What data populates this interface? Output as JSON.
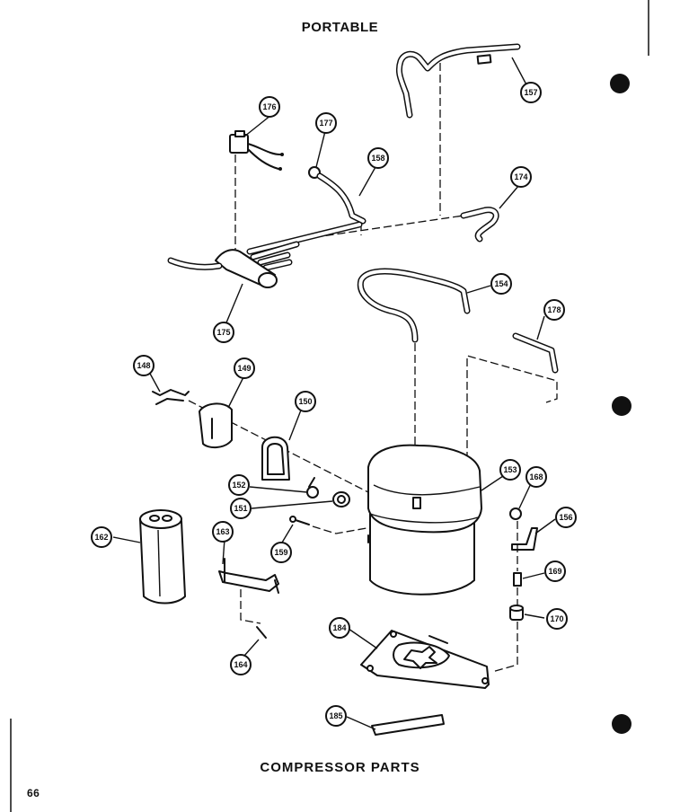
{
  "header": {
    "title": "PORTABLE"
  },
  "footer": {
    "title": "COMPRESSOR PARTS",
    "page_number": "66"
  },
  "callouts": {
    "c176": "176",
    "c177": "177",
    "c158": "158",
    "c157": "157",
    "c174": "174",
    "c175": "175",
    "c154": "154",
    "c178": "178",
    "c148": "148",
    "c149": "149",
    "c150": "150",
    "c153": "153",
    "c152": "152",
    "c151": "151",
    "c159": "159",
    "c168": "168",
    "c156": "156",
    "c162": "162",
    "c163": "163",
    "c169": "169",
    "c170": "170",
    "c164": "164",
    "c184": "184",
    "c185": "185"
  }
}
